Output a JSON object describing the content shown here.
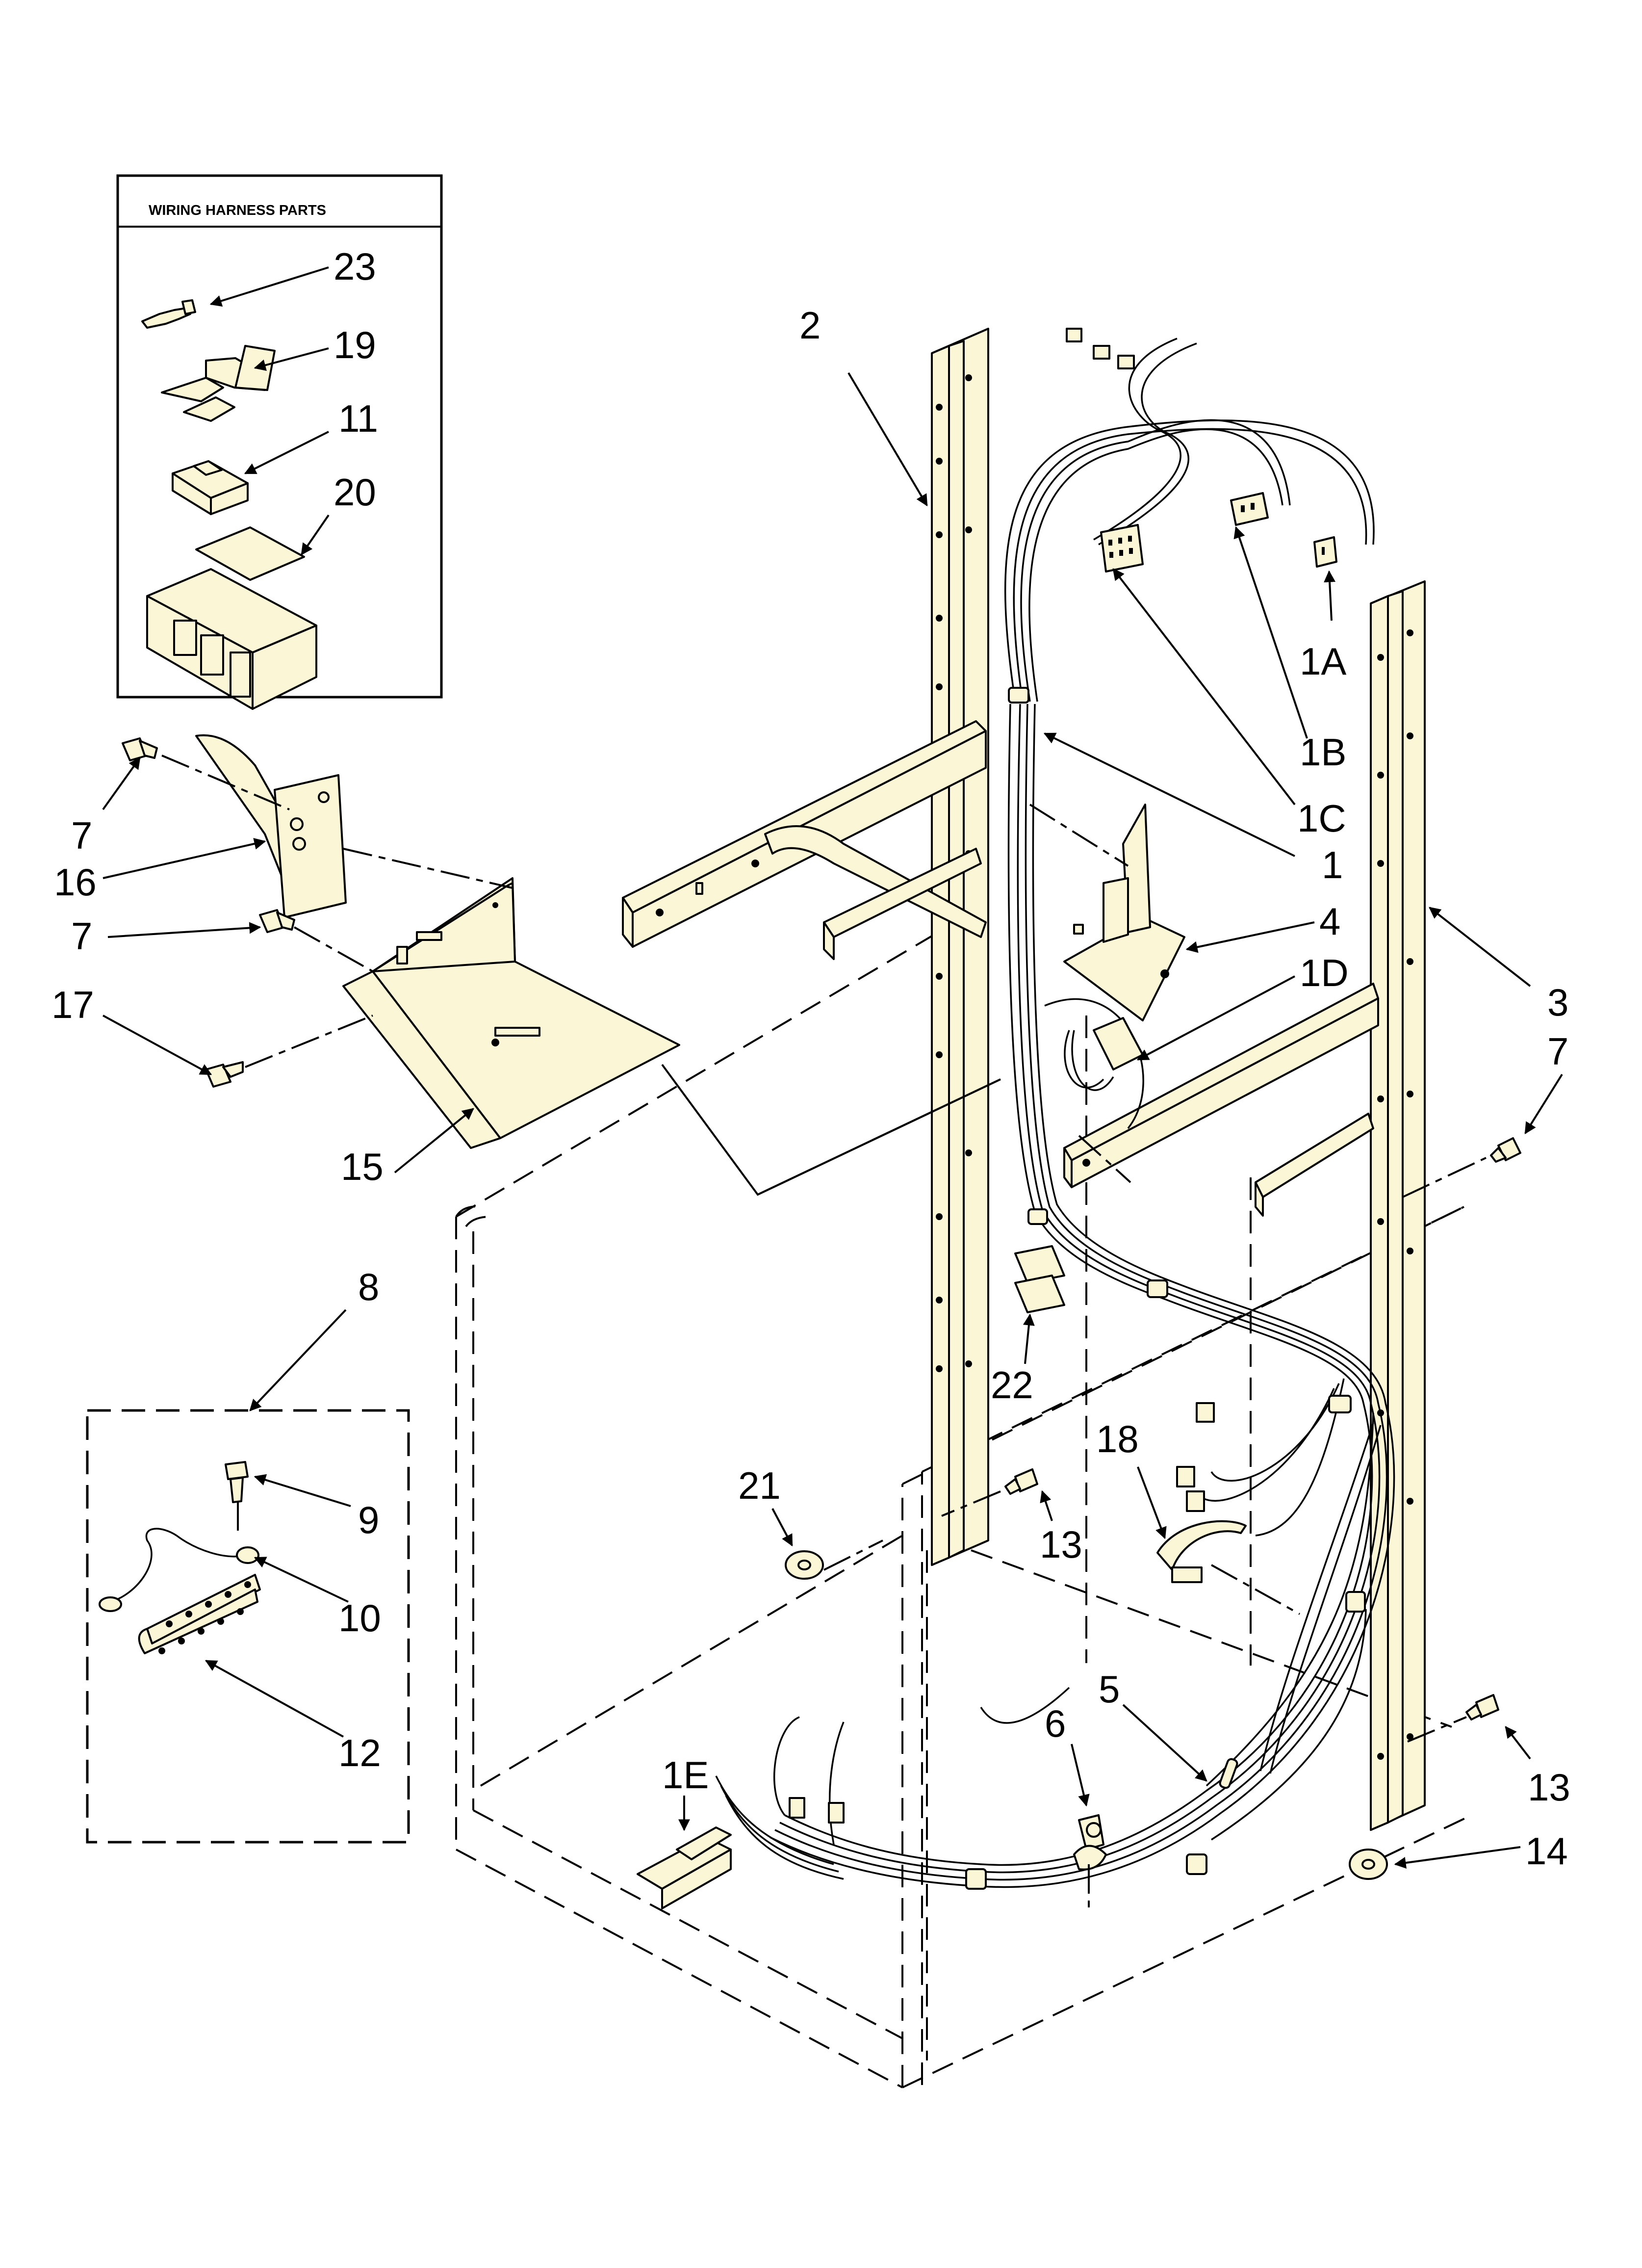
{
  "inset_title": "WIRING HARNESS PARTS",
  "callouts": {
    "c23": "23",
    "c19": "19",
    "c11": "11",
    "c20": "20",
    "c2": "2",
    "c1A": "1A",
    "c1B": "1B",
    "c1C": "1C",
    "c1": "1",
    "c4": "4",
    "c1D": "1D",
    "c3": "3",
    "c7a": "7",
    "c7b": "7",
    "c7c": "7",
    "c16": "16",
    "c17": "17",
    "c15": "15",
    "c8": "8",
    "c9": "9",
    "c10": "10",
    "c12": "12",
    "c22": "22",
    "c18": "18",
    "c21": "21",
    "c13a": "13",
    "c13b": "13",
    "c5": "5",
    "c6": "6",
    "c1E": "1E",
    "c14": "14"
  }
}
